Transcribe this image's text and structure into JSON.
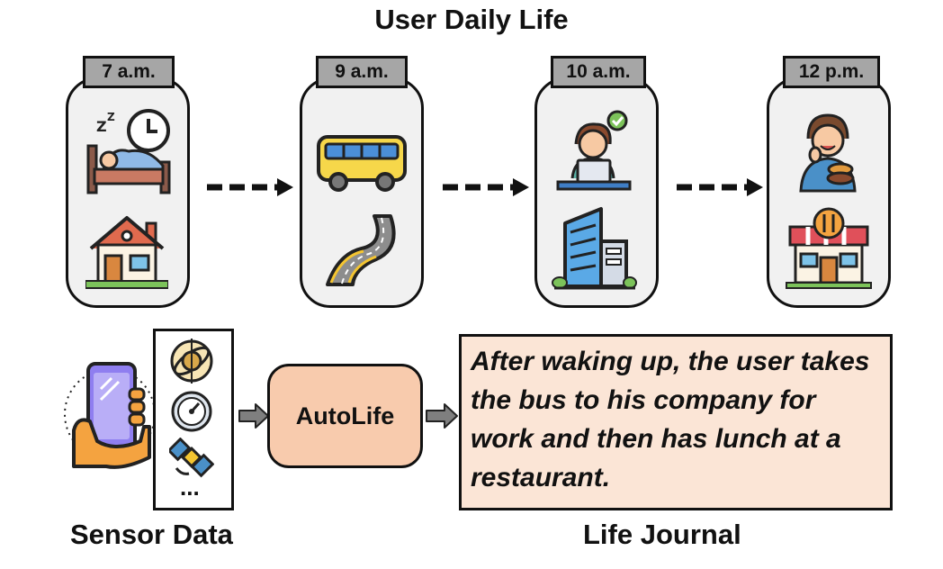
{
  "title": "User Daily Life",
  "timeline": [
    {
      "time": "7 a.m.",
      "activity_icon": "sleeping-clock-icon",
      "place_icon": "house-icon"
    },
    {
      "time": "9 a.m.",
      "activity_icon": "bus-icon",
      "place_icon": "road-icon"
    },
    {
      "time": "10 a.m.",
      "activity_icon": "working-laptop-icon",
      "place_icon": "office-building-icon"
    },
    {
      "time": "12 p.m.",
      "activity_icon": "eating-person-icon",
      "place_icon": "restaurant-icon"
    }
  ],
  "sensor": {
    "label": "Sensor Data",
    "icons": [
      "smartphone-hand-icon",
      "gyroscope-icon",
      "compass-icon",
      "satellite-icon"
    ],
    "more": "..."
  },
  "model": {
    "label": "AutoLife"
  },
  "journal": {
    "label": "Life Journal",
    "text": "After waking up, the user takes the bus to his company for work and then has lunch at a restaurant."
  },
  "colors": {
    "card_bg": "#f1f1f1",
    "time_tag": "#a6a6a6",
    "model_bg": "#f8cbad",
    "journal_bg": "#fbe5d6",
    "arrow": "#111111"
  }
}
